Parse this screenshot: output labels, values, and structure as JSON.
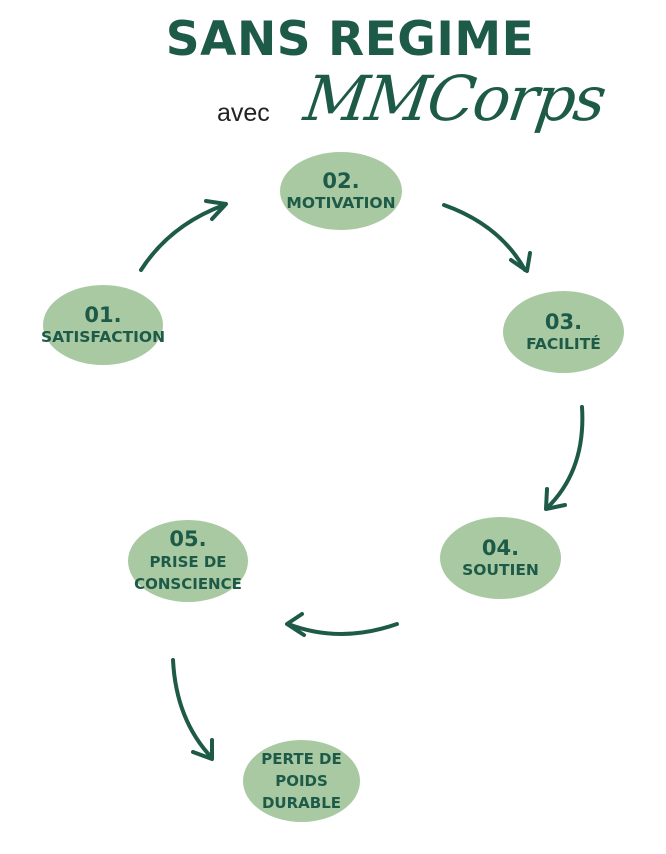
{
  "header": {
    "title": "SANS REGIME",
    "avec": "avec",
    "brand": "MMCorps"
  },
  "colors": {
    "primary": "#1d5a47",
    "node_fill": "#a8c9a2"
  },
  "steps": [
    {
      "number": "01.",
      "label": "SATISFACTION"
    },
    {
      "number": "02.",
      "label": "MOTIVATION"
    },
    {
      "number": "03.",
      "label": "FACILITÉ"
    },
    {
      "number": "04.",
      "label": "SOUTIEN"
    },
    {
      "number": "05.",
      "label_line1": "PRISE DE",
      "label_line2": "CONSCIENCE"
    }
  ],
  "result": {
    "line1": "PERTE DE",
    "line2": "POIDS",
    "line3": "DURABLE"
  }
}
